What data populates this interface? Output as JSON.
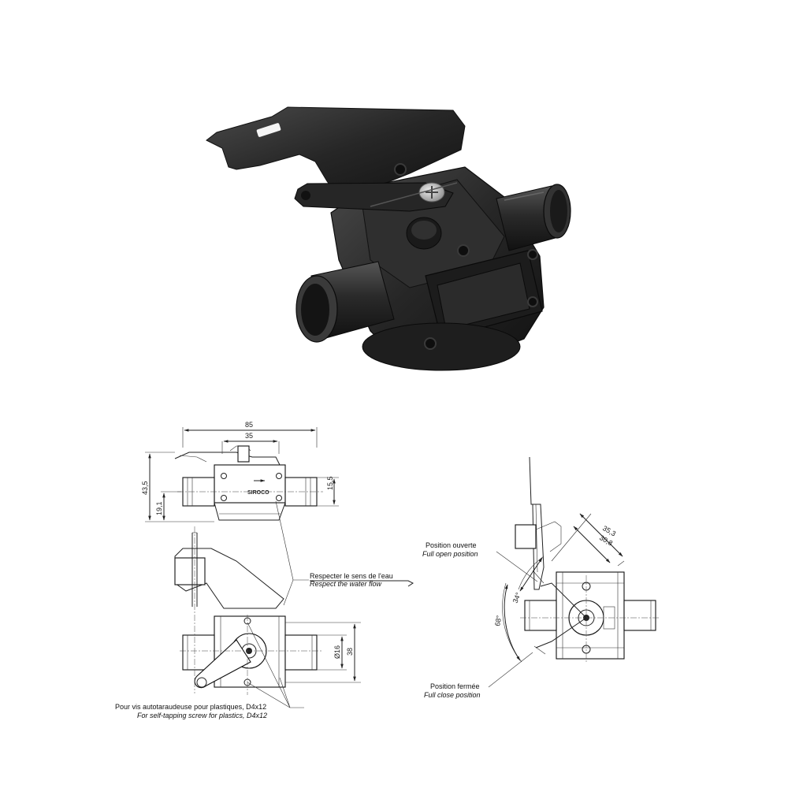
{
  "product": {
    "brand_mark": "SIROCO"
  },
  "front_view": {
    "dim_width_overall": "85",
    "dim_width_inner": "35",
    "dim_height_overall": "43,5",
    "dim_height_axis": "19,1",
    "dim_pipe_side": "15,5"
  },
  "top_view": {
    "dim_diameter": "Ø16",
    "dim_height": "38",
    "flow_note_fr": "Respecter le sens de l'eau",
    "flow_note_en": "Respect the water flow",
    "screw_note_fr": "Pour vis autotaraudeuse pour plastiques, D4x12",
    "screw_note_en": "For self-tapping screw for plastics, D4x12"
  },
  "side_view": {
    "open_label_fr": "Position ouverte",
    "open_label_en": "Full open position",
    "closed_label_fr": "Position fermée",
    "closed_label_en": "Full close position",
    "dim_lever_outer": "35,3",
    "dim_lever_inner": "30,8",
    "angle_small": "34°",
    "angle_large": "68°"
  },
  "colors": {
    "product_body": "#232323",
    "product_highlight": "#4a4a4a",
    "drawing_lines": "#222222"
  }
}
